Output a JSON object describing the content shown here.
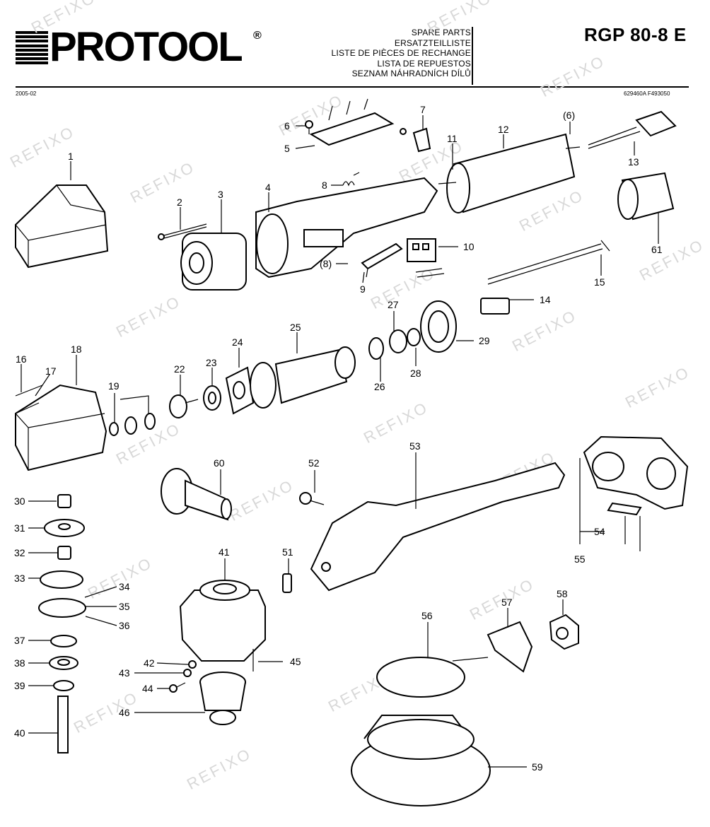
{
  "header": {
    "brand": "PROTOOL",
    "brand_reg": "®",
    "titles": [
      "SPARE PARTS",
      "ERSATZTEILLISTE",
      "LISTE DE PIÈCES DE RECHANGE",
      "LISTA DE REPUESTOS",
      "SEZNAM NÁHRADNÍCH DÍLŮ"
    ],
    "model": "RGP 80-8 E",
    "date_code": "2005-02",
    "ref_codes": "629460A   F493050"
  },
  "watermark": "REFIXO",
  "labels": [
    {
      "id": "l1",
      "text": "1"
    },
    {
      "id": "l2",
      "text": "2"
    },
    {
      "id": "l3",
      "text": "3"
    },
    {
      "id": "l4",
      "text": "4"
    },
    {
      "id": "l5",
      "text": "5"
    },
    {
      "id": "l6",
      "text": "6"
    },
    {
      "id": "l7",
      "text": "7"
    },
    {
      "id": "l6b",
      "text": "(6)"
    },
    {
      "id": "l8",
      "text": "8"
    },
    {
      "id": "l8b",
      "text": "(8)"
    },
    {
      "id": "l9",
      "text": "9"
    },
    {
      "id": "l10",
      "text": "10"
    },
    {
      "id": "l11",
      "text": "11"
    },
    {
      "id": "l12",
      "text": "12"
    },
    {
      "id": "l13",
      "text": "13"
    },
    {
      "id": "l14",
      "text": "14"
    },
    {
      "id": "l15",
      "text": "15"
    },
    {
      "id": "l16",
      "text": "16"
    },
    {
      "id": "l17",
      "text": "17"
    },
    {
      "id": "l18",
      "text": "18"
    },
    {
      "id": "l19",
      "text": "19"
    },
    {
      "id": "l22",
      "text": "22"
    },
    {
      "id": "l23",
      "text": "23"
    },
    {
      "id": "l24",
      "text": "24"
    },
    {
      "id": "l25",
      "text": "25"
    },
    {
      "id": "l26",
      "text": "26"
    },
    {
      "id": "l27",
      "text": "27"
    },
    {
      "id": "l28",
      "text": "28"
    },
    {
      "id": "l29",
      "text": "29"
    },
    {
      "id": "l30",
      "text": "30"
    },
    {
      "id": "l31",
      "text": "31"
    },
    {
      "id": "l32",
      "text": "32"
    },
    {
      "id": "l33",
      "text": "33"
    },
    {
      "id": "l34",
      "text": "34"
    },
    {
      "id": "l35",
      "text": "35"
    },
    {
      "id": "l36",
      "text": "36"
    },
    {
      "id": "l37",
      "text": "37"
    },
    {
      "id": "l38",
      "text": "38"
    },
    {
      "id": "l39",
      "text": "39"
    },
    {
      "id": "l40",
      "text": "40"
    },
    {
      "id": "l41",
      "text": "41"
    },
    {
      "id": "l42",
      "text": "42"
    },
    {
      "id": "l43",
      "text": "43"
    },
    {
      "id": "l44",
      "text": "44"
    },
    {
      "id": "l45",
      "text": "45"
    },
    {
      "id": "l46",
      "text": "46"
    },
    {
      "id": "l51",
      "text": "51"
    },
    {
      "id": "l52",
      "text": "52"
    },
    {
      "id": "l53",
      "text": "53"
    },
    {
      "id": "l54",
      "text": "54"
    },
    {
      "id": "l55",
      "text": "55"
    },
    {
      "id": "l56",
      "text": "56"
    },
    {
      "id": "l57",
      "text": "57"
    },
    {
      "id": "l58",
      "text": "58"
    },
    {
      "id": "l59",
      "text": "59"
    },
    {
      "id": "l60",
      "text": "60"
    },
    {
      "id": "l61",
      "text": "61"
    }
  ]
}
